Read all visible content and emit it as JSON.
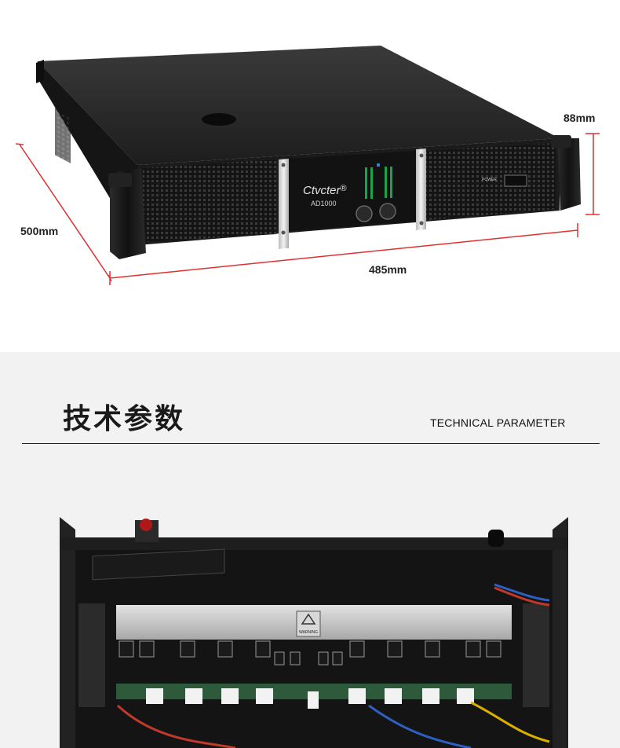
{
  "product": {
    "brand": "Ctvcter",
    "brand_mark": "®",
    "model": "AD1000",
    "power_label": "POWER"
  },
  "dimensions": {
    "depth": "500mm",
    "width": "485mm",
    "height": "88mm"
  },
  "section": {
    "title_zh": "技术参数",
    "title_en": "TECHNICAL PARAMETER"
  },
  "internal": {
    "warning_label": "WARNING"
  }
}
